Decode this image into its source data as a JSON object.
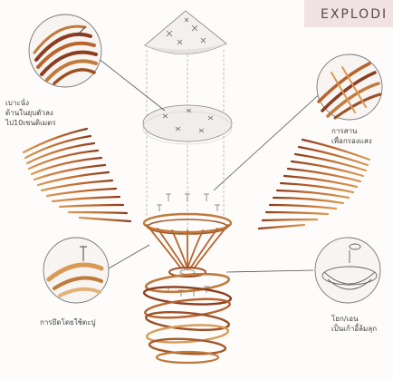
{
  "banner": {
    "title": "EXPLODI"
  },
  "labels": {
    "seat_line1": "เบาะนั่ง",
    "seat_line2": "ด้านในยุบตัวลง",
    "seat_line3": "ไป10เซนติเมตร",
    "weave_line1": "การสาน",
    "weave_line2": "เพื่อกรองแสง",
    "nail": "การยึดโดยใช้ตะปู",
    "bend_line1": "โยก/เอน",
    "bend_line2": "เป็นเก้าอี้ล้มลุก"
  },
  "colors": {
    "rattan_dark": "#8a3d1f",
    "rattan_mid": "#b8642c",
    "rattan_light": "#d99a55",
    "cushion": "#f1eded",
    "line": "#555555",
    "banner_bg": "#f1e3e3"
  }
}
